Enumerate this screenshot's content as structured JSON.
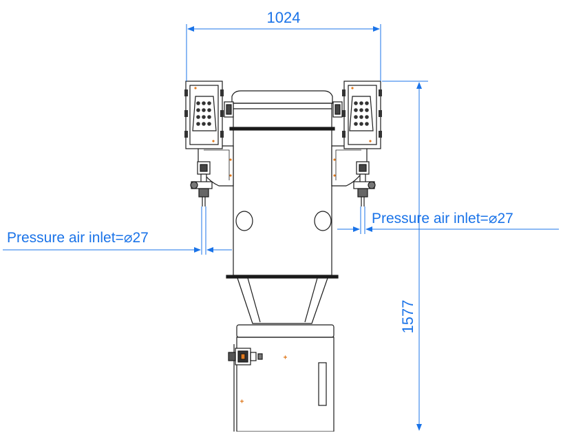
{
  "dimensions": {
    "width_label": "1024",
    "height_label": "1577",
    "inlet_left_label": "Pressure air inlet=",
    "inlet_left_value": "27",
    "inlet_right_label": "Pressure air inlet=",
    "inlet_right_value": "27",
    "diameter_symbol": "⌀"
  },
  "colors": {
    "dimension": "#1a73e8",
    "outline": "#1a1a1a",
    "accent": "#e07a1f"
  }
}
